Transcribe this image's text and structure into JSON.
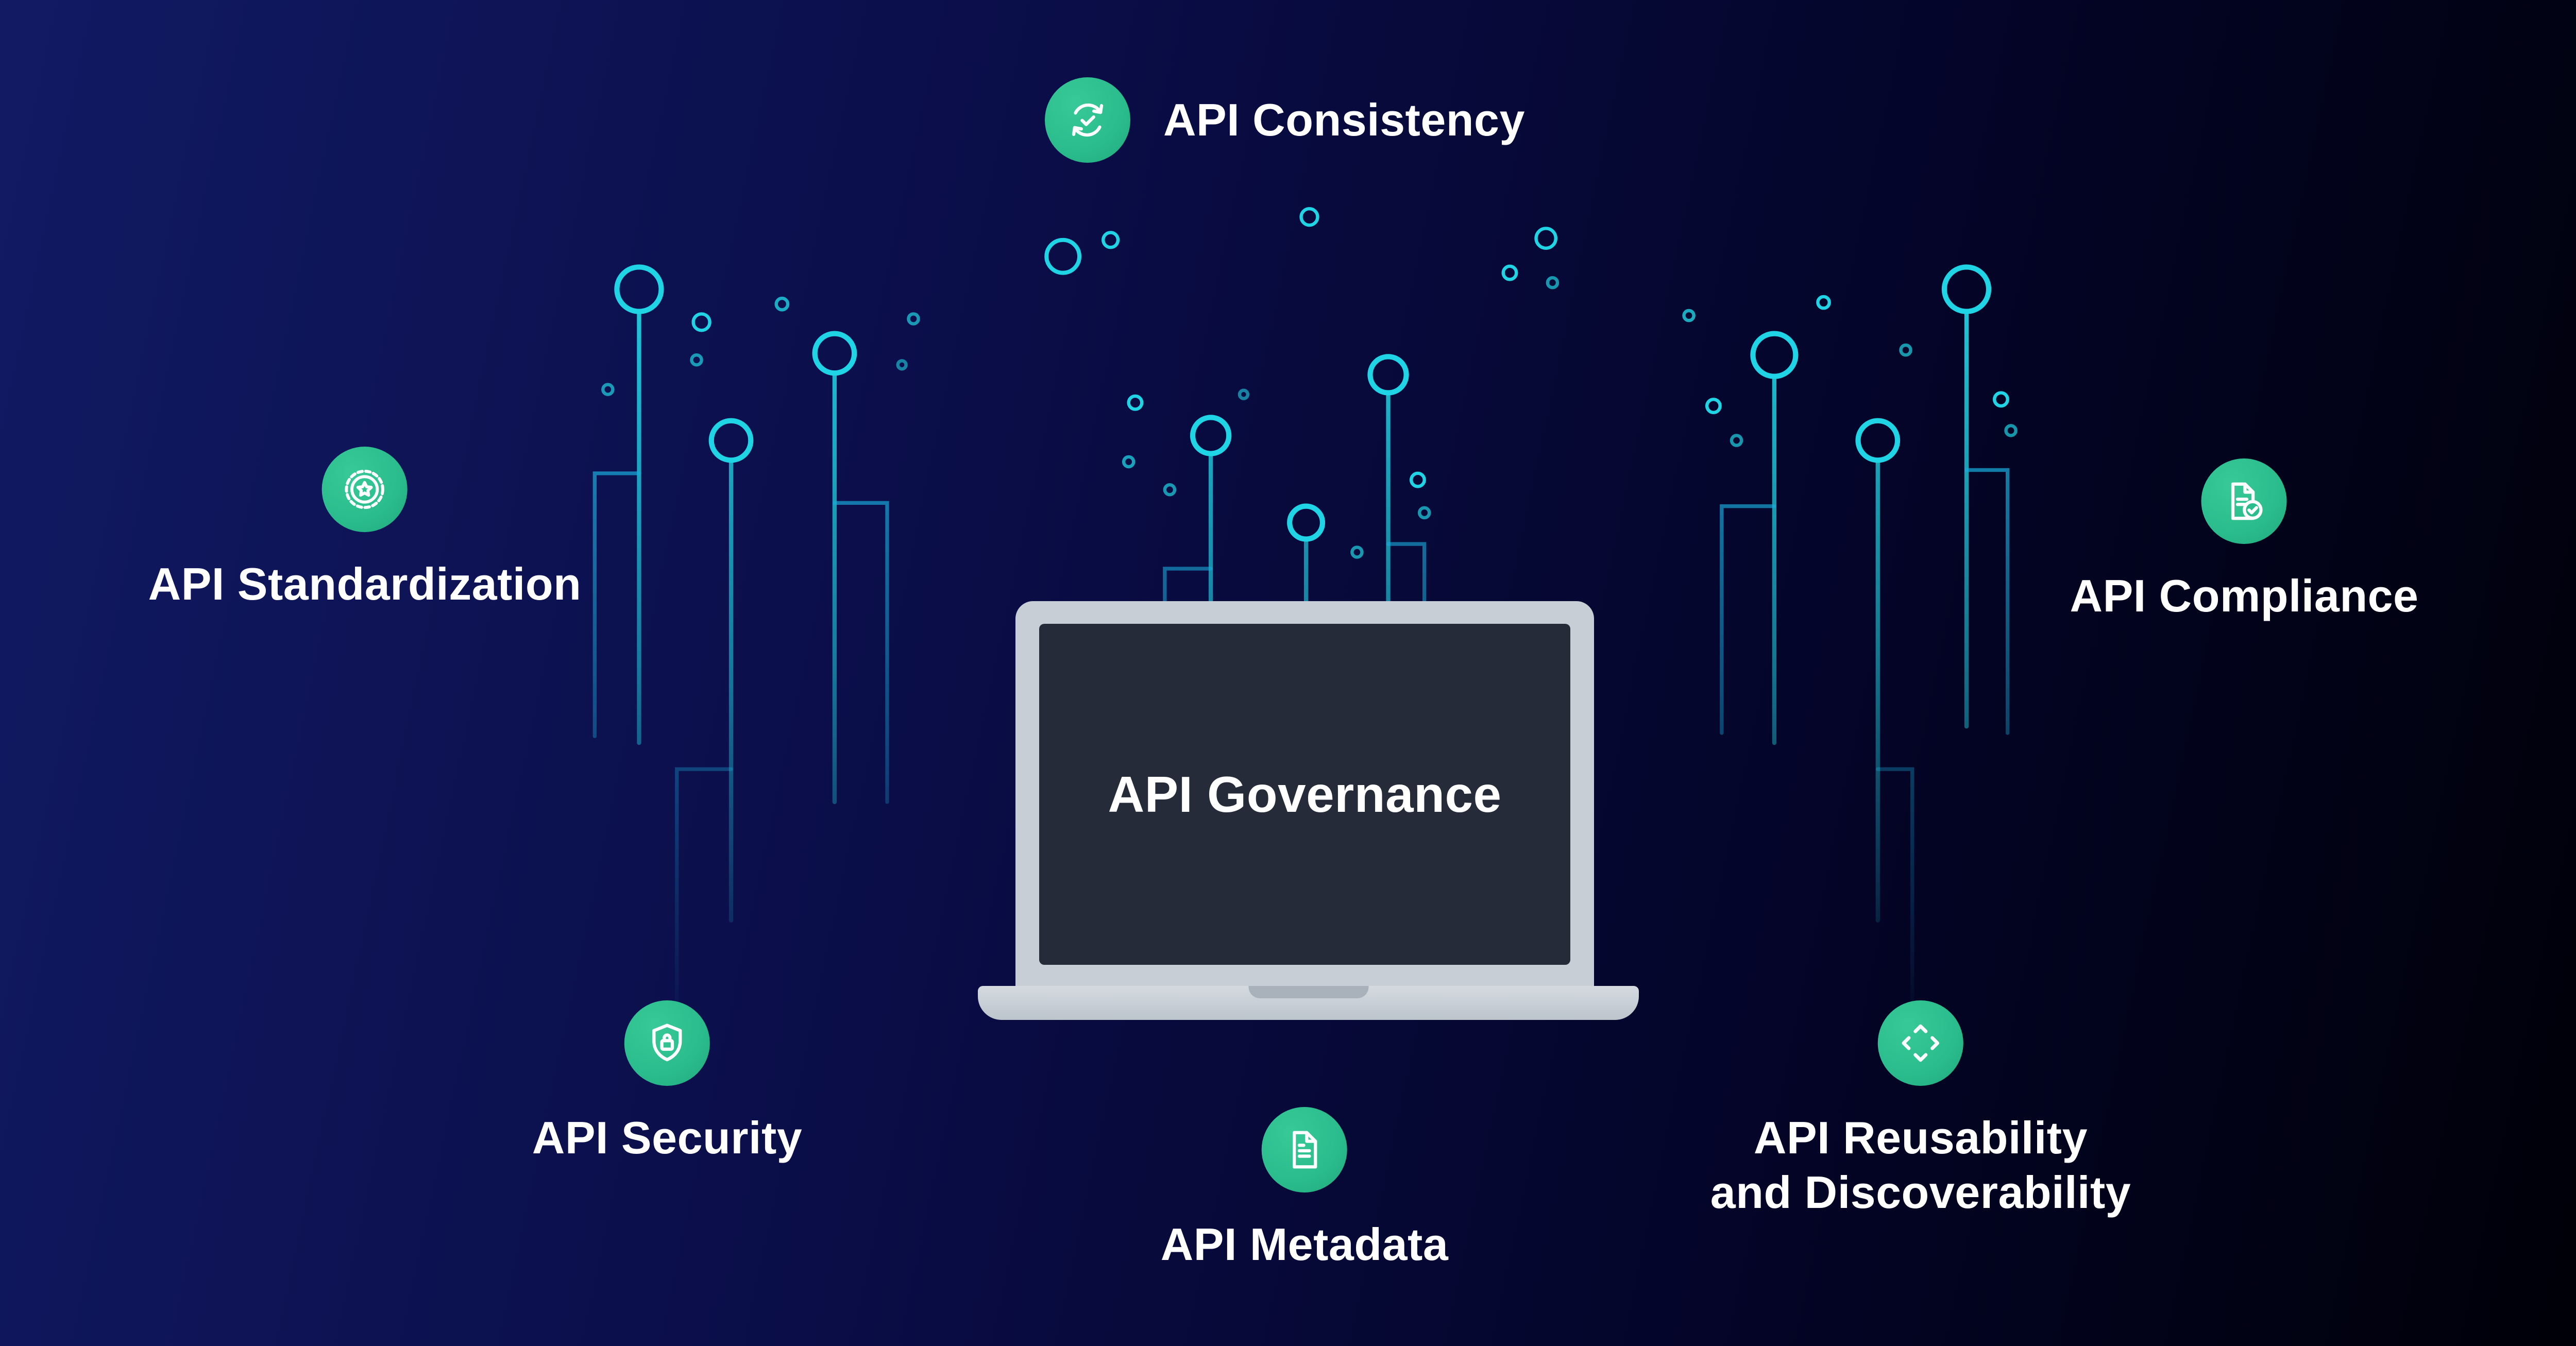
{
  "title": "API Governance infographic",
  "colors": {
    "background_left": "#111a63",
    "background_right": "#000008",
    "accent_green": "#2abc8c",
    "circuit": "#1fd4e4",
    "text": "#ffffff",
    "laptop_frame": "#c7ced6",
    "laptop_screen": "#262b39"
  },
  "center": {
    "device": "laptop",
    "screen_title": "API Governance"
  },
  "features": [
    {
      "id": "consistency",
      "label": "API Consistency",
      "icon": "sync-check-icon",
      "position": "top-center"
    },
    {
      "id": "standardization",
      "label": "API Standardization",
      "icon": "badge-star-icon",
      "position": "left"
    },
    {
      "id": "security",
      "label": "API Security",
      "icon": "shield-lock-icon",
      "position": "bottom-left"
    },
    {
      "id": "metadata",
      "label": "API Metadata",
      "icon": "document-icon",
      "position": "bottom-center"
    },
    {
      "id": "reusability",
      "label": "API Reusability and Discoverability",
      "lines": [
        "API Reusability",
        "and Discoverability"
      ],
      "icon": "expand-arrows-icon",
      "position": "bottom-right"
    },
    {
      "id": "compliance",
      "label": "API Compliance",
      "icon": "document-check-icon",
      "position": "right"
    }
  ]
}
